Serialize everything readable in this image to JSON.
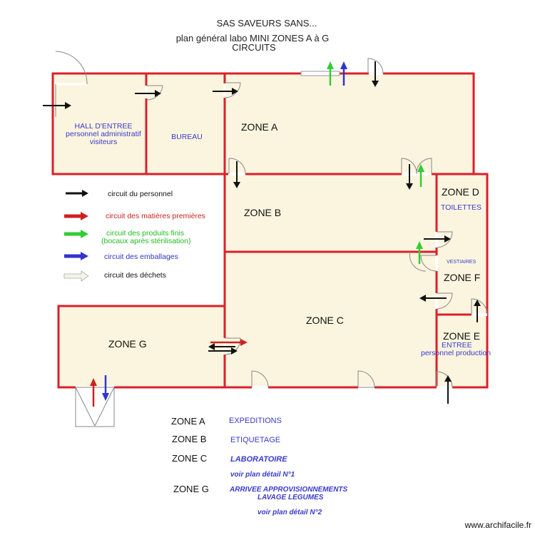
{
  "header": {
    "title": "SAS SAVEURS SANS...",
    "subtitle": "plan général labo MINI  ZONES A à G",
    "subtitle2": "CIRCUITS"
  },
  "rooms": {
    "hall_line1": "HALL D'ENTREE",
    "hall_line2": "personnel administratif",
    "hall_line3": "visiteurs",
    "bureau": "BUREAU",
    "zone_a": "ZONE A",
    "zone_b": "ZONE B",
    "zone_c": "ZONE C",
    "zone_d": "ZONE D",
    "toilettes": "TOILETTES",
    "vestiaires": "VESTIAIRES",
    "zone_f": "ZONE F",
    "zone_e": "ZONE E",
    "entree": "ENTREE",
    "personnel_production": "personnel production",
    "zone_g": "ZONE G"
  },
  "legend": [
    {
      "label": "circuit du personnel",
      "color": "#111111",
      "label_color": "#111111"
    },
    {
      "label": "circuit des matières premières",
      "color": "#cc2222",
      "label_color": "#cc2222"
    },
    {
      "label": "circuit des produits finis",
      "label2": "(bocaux après stérilisation)",
      "color": "#33cc33",
      "label_color": "#22bb22"
    },
    {
      "label": "circuit des emballages",
      "color": "#3333cc",
      "label_color": "#3333cc"
    },
    {
      "label": "circuit des déchets",
      "color": "#f4f4e4",
      "label_color": "#111111"
    }
  ],
  "zone_list": [
    {
      "zone": "ZONE A",
      "desc": "EXPEDITIONS"
    },
    {
      "zone": "ZONE B",
      "desc": "ETIQUETAGE"
    },
    {
      "zone": "ZONE C",
      "desc": "LABORATOIRE",
      "note": "voir plan détail N°1"
    },
    {
      "zone": "ZONE G",
      "desc": "ARRIVEE APPROVISIONNEMENTS",
      "desc2": "LAVAGE LEGUMES",
      "note": "voir plan détail N°2"
    }
  ],
  "watermark": "www.archifacile.fr",
  "colors": {
    "wall": "#dd1f2a",
    "floor": "#fbf5df",
    "personnel": "#111111",
    "matieres": "#cc2222",
    "produits_finis": "#33cc33",
    "emballages": "#3333cc",
    "dechets": "#f4f4e4"
  }
}
